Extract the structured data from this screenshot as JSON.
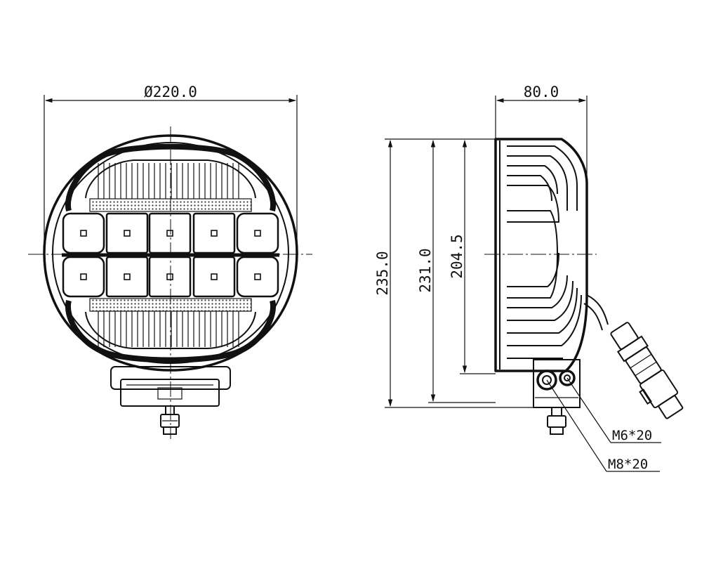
{
  "front_view": {
    "diameter_label": "Ø220.0"
  },
  "side_view": {
    "depth_label": "80.0",
    "height_total_label": "235.0",
    "height_body_label": "231.0",
    "height_lens_label": "204.5",
    "callout_bolt_small": "M6*20",
    "callout_bolt_large": "M8*20"
  },
  "colors": {
    "line": "#111111",
    "background": "#ffffff"
  }
}
